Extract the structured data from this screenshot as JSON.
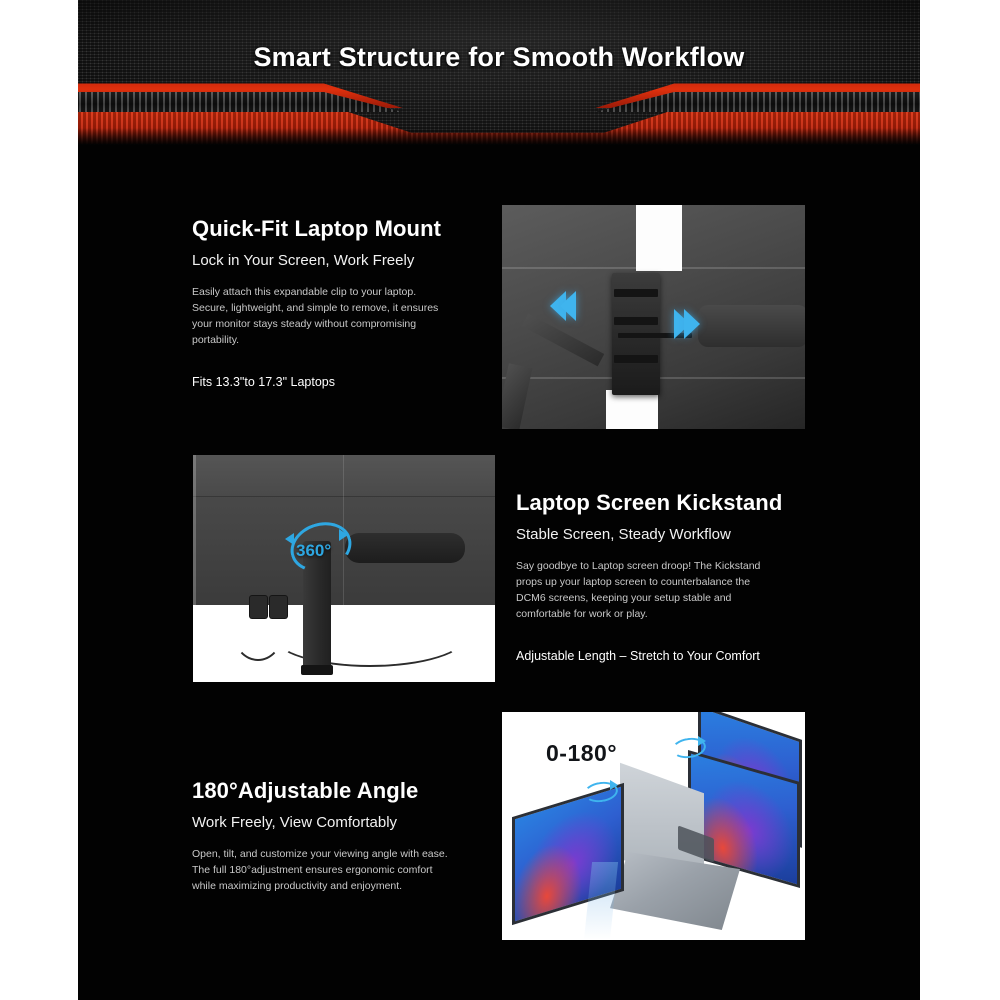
{
  "banner": {
    "title": "Smart Structure for Smooth Workflow"
  },
  "colors": {
    "panel_background": "#020202",
    "page_background": "#ffffff",
    "accent_red": "#e5310d",
    "accent_cyan": "#2ea7e2",
    "heading_text": "#ffffff",
    "body_text": "#c9c9c9"
  },
  "features": [
    {
      "title": "Quick-Fit Laptop Mount",
      "subtitle": "Lock in Your Screen, Work Freely",
      "body": "Easily attach this expandable clip to your laptop. Secure, lightweight, and simple to remove, it ensures your monitor stays steady without compromising portability.",
      "note": "Fits 13.3\"to 17.3\" Laptops",
      "image_alt": "Close-up of expandable laptop mount clip with blue expansion arrows"
    },
    {
      "title": "Laptop Screen Kickstand",
      "subtitle": "Stable Screen, Steady Workflow",
      "body": "Say goodbye to Laptop screen droop! The Kickstand props up your laptop screen to counterbalance the DCM6 screens, keeping your setup stable and comfortable for work or play.",
      "note": "Adjustable Length – Stretch to Your Comfort",
      "image_alt": "Rear view of monitor with adjustable kickstand and rotation badge",
      "image_badge": "360°"
    },
    {
      "title": "180°Adjustable Angle",
      "subtitle": "Work Freely, View Comfortably",
      "body": "Open, tilt, and customize your viewing angle with ease. The full 180°adjustment ensures ergonomic comfort while maximizing productivity and enjoyment.",
      "note": "",
      "image_alt": "Triple monitor laptop setup shown at multiple opening angles",
      "image_badge": "0-180°"
    }
  ]
}
